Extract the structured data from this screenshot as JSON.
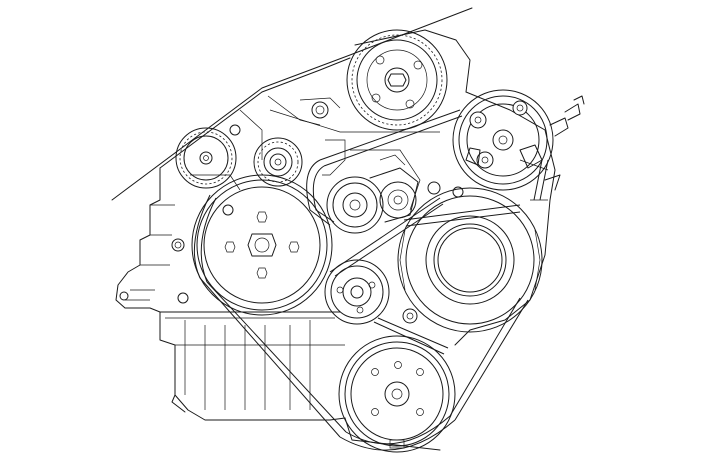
{
  "diagram": {
    "background": "#ffffff",
    "line_color": "#1a1a1a",
    "components": [
      "engine-block",
      "oil-pan",
      "camshaft-sprocket",
      "timing-idler-sprocket",
      "timing-tensioner",
      "power-steering-pump",
      "water-pump-pulley",
      "belt-tensioner",
      "alternator-pulley",
      "idler-pulley",
      "crankshaft-pulley",
      "drive-belt"
    ]
  }
}
